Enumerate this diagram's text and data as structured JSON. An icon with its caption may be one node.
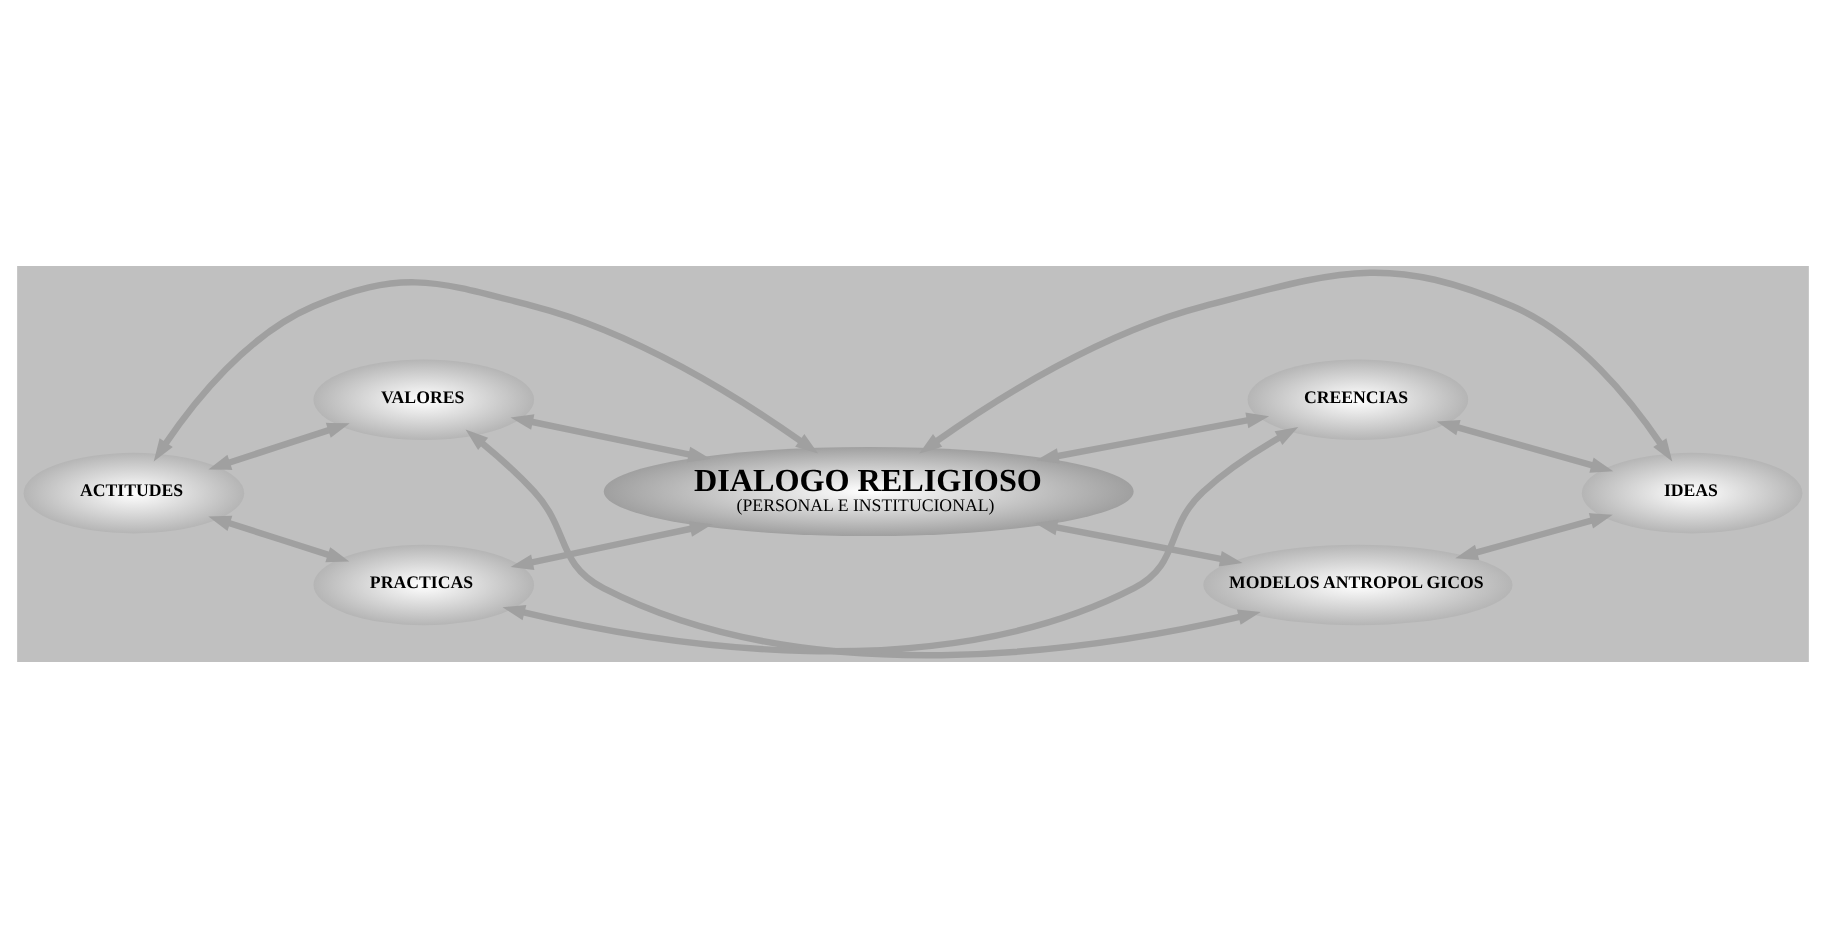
{
  "diagram": {
    "nodes": [
      {
        "text": [
          "DIALOGO RELIGIOSO",
          "(PERSONAL E INSTITUCIONAL)"
        ]
      },
      {
        "text": [
          "VALORES"
        ]
      },
      {
        "text": [
          "MODELOS ANTROPOL GICOS"
        ]
      },
      {
        "text": [
          "ACTITUDES"
        ]
      },
      {
        "text": [
          "IDEAS"
        ]
      },
      {
        "text": [
          "PRACTICAS"
        ]
      },
      {
        "text": [
          "CREENCIAS"
        ]
      }
    ],
    "edges": [
      {
        "from": 1,
        "to": 2,
        "arrow": "both"
      },
      {
        "from": 3,
        "to": 1,
        "arrow": "both"
      },
      {
        "from": 1,
        "to": 0,
        "arrow": "both"
      },
      {
        "from": 2,
        "to": 0,
        "arrow": "both"
      },
      {
        "from": 2,
        "to": 4,
        "arrow": "both"
      },
      {
        "from": 3,
        "to": 0,
        "arrow": "both"
      },
      {
        "from": 0,
        "to": 4,
        "arrow": "both"
      },
      {
        "from": 3,
        "to": 5,
        "arrow": "both"
      },
      {
        "from": 5,
        "to": 0,
        "arrow": "both"
      },
      {
        "from": 0,
        "to": 6,
        "arrow": "both"
      },
      {
        "from": 6,
        "to": 4,
        "arrow": "both"
      },
      {
        "from": 5,
        "to": 6,
        "arrow": "both"
      }
    ]
  }
}
